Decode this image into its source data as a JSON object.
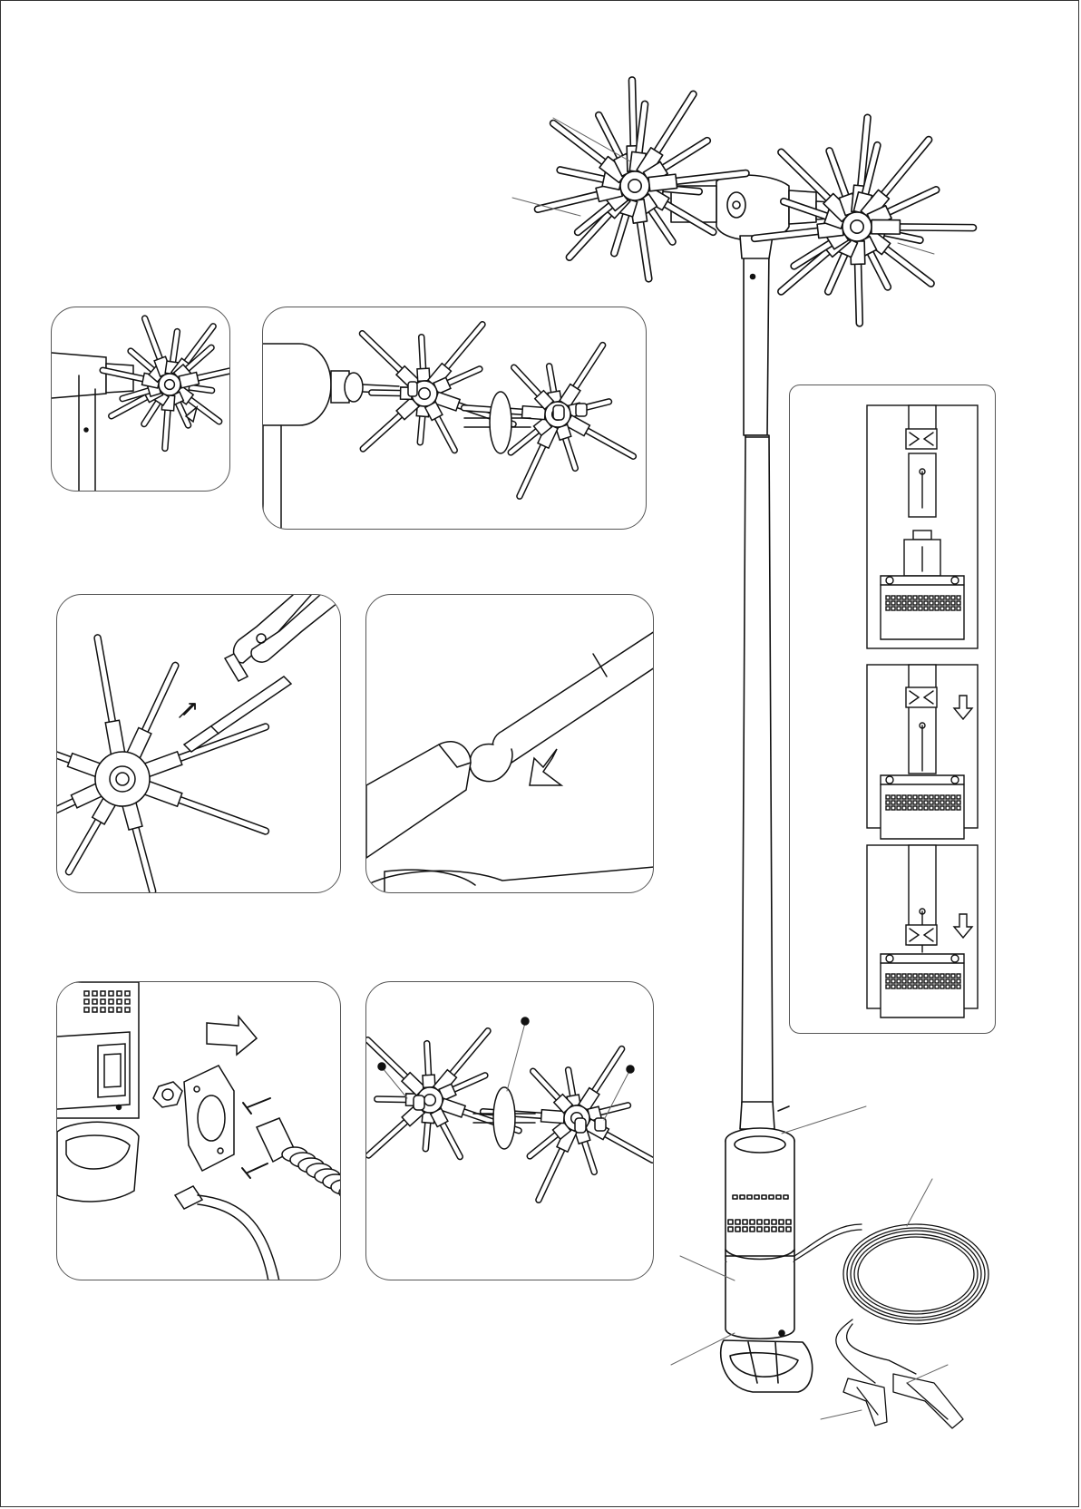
{
  "diagram": {
    "panels": [
      {
        "name": "detail-top-join"
      },
      {
        "name": "detail-exploded-join"
      },
      {
        "name": "detail-pliers-rod"
      },
      {
        "name": "detail-rod-tip"
      },
      {
        "name": "detail-cable-gland"
      },
      {
        "name": "detail-exploded-join-marked"
      },
      {
        "name": "detail-bracket-steps"
      }
    ],
    "icons": [
      "arrow-icon",
      "clip-icon",
      "plug-icon",
      "screw-icon",
      "nut-icon"
    ],
    "colors": {
      "line": "#111111",
      "leader": "#777777",
      "fill": "#ffffff"
    }
  }
}
